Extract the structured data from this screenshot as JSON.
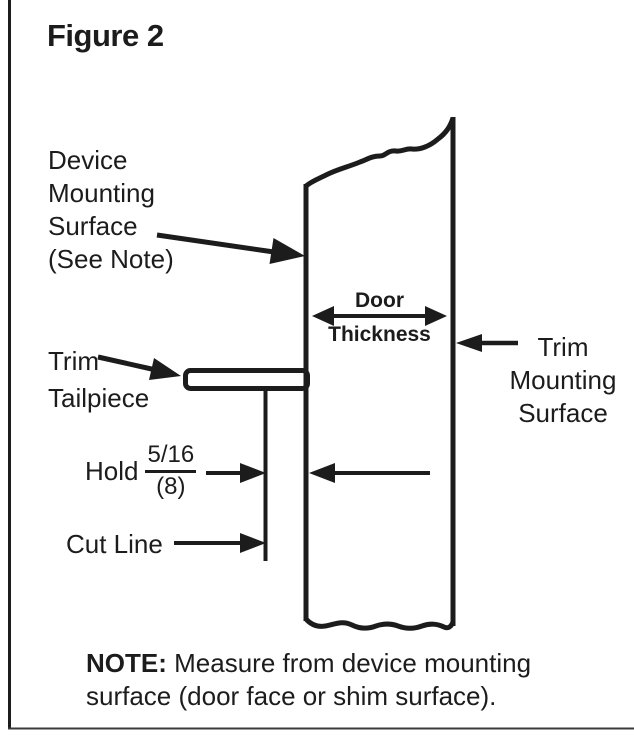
{
  "figure": {
    "title": "Figure 2"
  },
  "labels": {
    "device_mounting_surface": {
      "lines": [
        "Device",
        "Mounting",
        "Surface",
        "(See Note)"
      ]
    },
    "door_thickness": {
      "line1": "Door",
      "line2": "Thickness"
    },
    "trim_mounting_surface": {
      "lines": [
        "Trim",
        "Mounting",
        "Surface"
      ]
    },
    "trim_tailpiece": {
      "lines": [
        "Trim",
        "Tailpiece"
      ]
    },
    "hold_dimension": {
      "label": "Hold",
      "numerator": "5/16",
      "denominator": "(8)"
    },
    "cut_line": "Cut Line"
  },
  "note": {
    "label": "NOTE:",
    "line1": "Measure from device mounting",
    "line2": "surface (door face or shim surface)."
  },
  "colors": {
    "ink": "#1c1c1c",
    "page_rule": "#3a3a3a",
    "background": "#ffffff"
  }
}
